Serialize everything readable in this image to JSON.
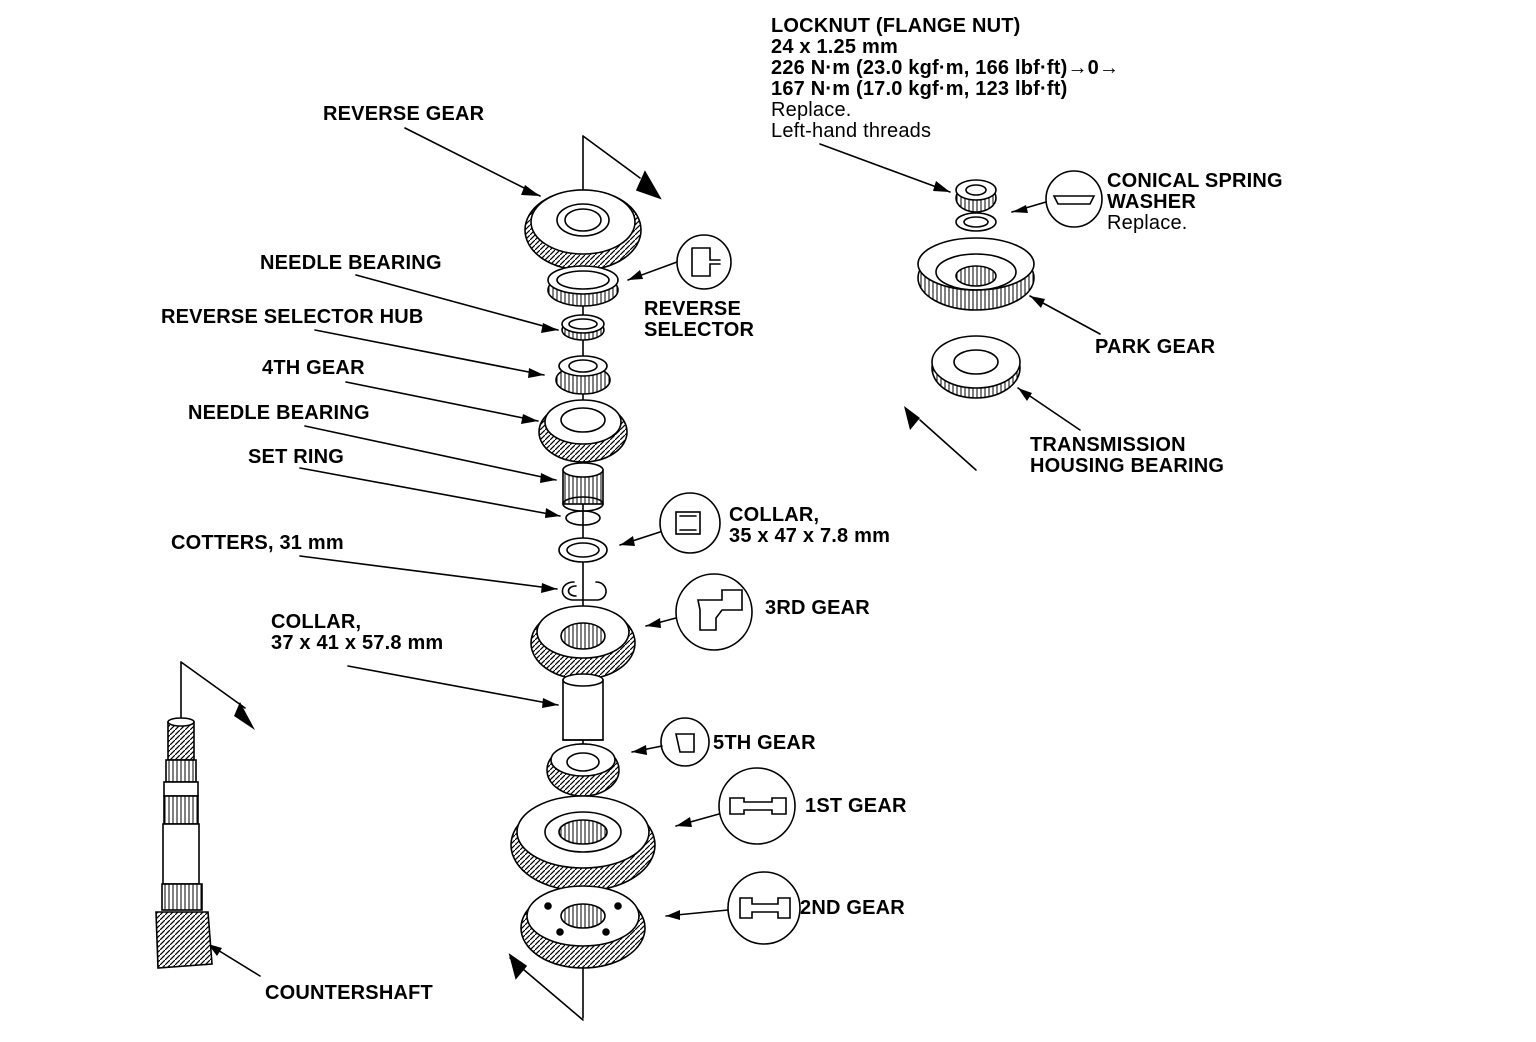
{
  "labels": {
    "locknut": {
      "title": "LOCKNUT (FLANGE NUT)",
      "size": "24 x 1.25 mm",
      "torque1": "226 N·m (23.0 kgf·m, 166 lbf·ft)→0→",
      "torque2": "167 N·m (17.0 kgf·m, 123 lbf·ft)",
      "note1": "Replace.",
      "note2": "Left-hand threads"
    },
    "conical_spring_washer": {
      "line1": "CONICAL SPRING",
      "line2": "WASHER",
      "note": "Replace."
    },
    "park_gear": "PARK GEAR",
    "transmission_housing_bearing": {
      "line1": "TRANSMISSION",
      "line2": "HOUSING BEARING"
    },
    "reverse_gear": "REVERSE GEAR",
    "needle_bearing_top": "NEEDLE BEARING",
    "reverse_selector_hub": "REVERSE SELECTOR HUB",
    "reverse_selector": {
      "line1": "REVERSE",
      "line2": "SELECTOR"
    },
    "fourth_gear": "4TH GEAR",
    "needle_bearing_lower": "NEEDLE BEARING",
    "set_ring": "SET RING",
    "collar_small": {
      "line1": "COLLAR,",
      "line2": "35 x 47 x 7.8 mm"
    },
    "cotters": "COTTERS, 31 mm",
    "third_gear": "3RD GEAR",
    "collar_long": {
      "line1": "COLLAR,",
      "line2": "37 x 41 x 57.8 mm"
    },
    "fifth_gear": "5TH GEAR",
    "first_gear": "1ST GEAR",
    "second_gear": "2ND GEAR",
    "countershaft": "COUNTERSHAFT"
  }
}
